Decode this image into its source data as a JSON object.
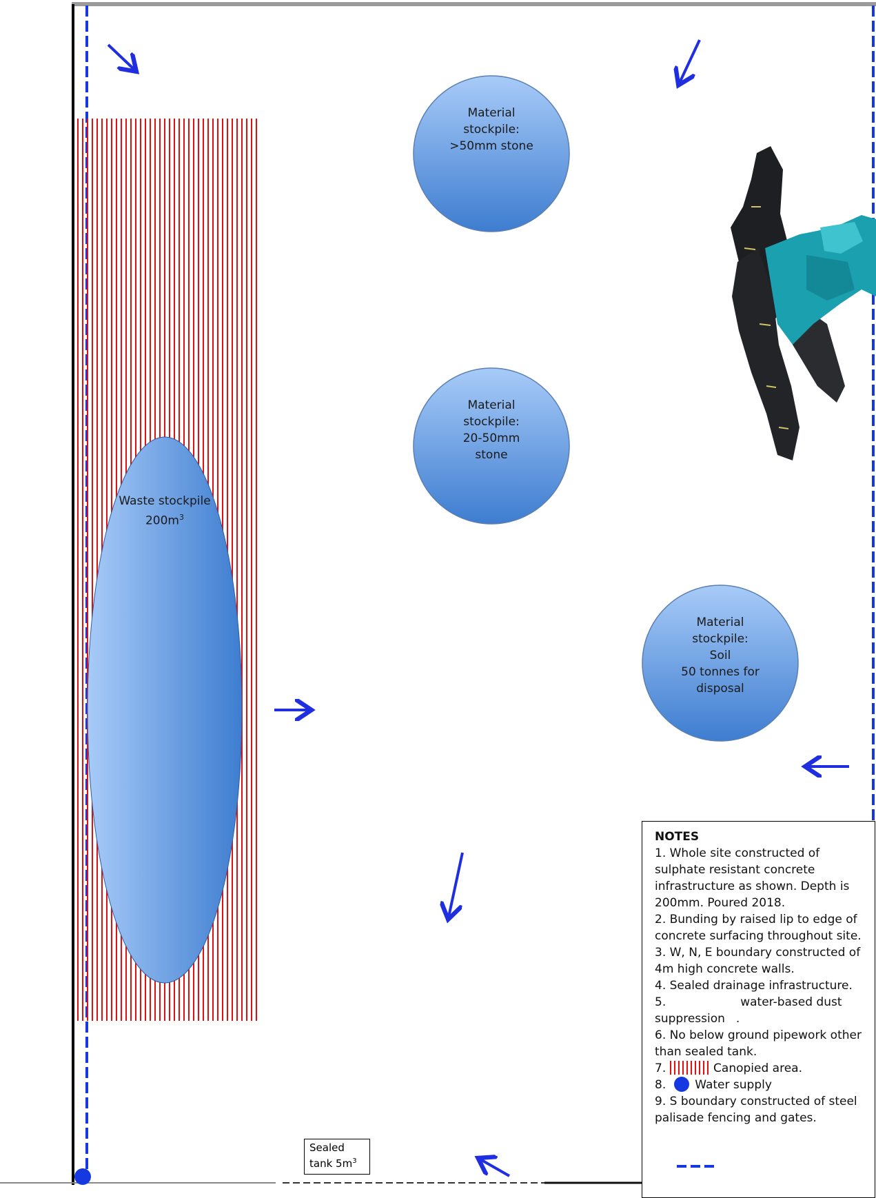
{
  "stockpiles": {
    "top": [
      "Material",
      "stockpile:",
      ">50mm stone"
    ],
    "middle": [
      "Material",
      "stockpile:",
      "20-50mm",
      "stone"
    ],
    "soil": [
      "Material",
      "stockpile:",
      "Soil",
      "50 tonnes for",
      "disposal"
    ],
    "waste_line1": "Waste stockpile",
    "waste_line2": "200m",
    "waste_sup": "3"
  },
  "tank": {
    "line1": "Sealed",
    "line2": "tank 5m",
    "sup": "3"
  },
  "notes": {
    "title": "NOTES",
    "n1": "1. Whole site constructed of sulphate resistant concrete infrastructure as shown. Depth is 200mm. Poured 2018.",
    "n2": "2. Bunding by raised lip to edge of concrete surfacing throughout site.",
    "n3": "3. W, N, E boundary constructed of 4m high concrete walls.",
    "n4": "4. Sealed drainage infrastructure.",
    "n5a": "5.",
    "n5b": "water-based dust",
    "n5c": "suppression",
    "n5d": ".",
    "n6": "6. No below ground pipework other than sealed tank.",
    "n7_prefix": "7.",
    "n7_text": "Canopied area.",
    "n8_prefix": "8.",
    "n8_text": "Water supply",
    "n9": "9. S boundary constructed of steel palisade fencing and gates."
  },
  "colors": {
    "stockpile_light": "#9cc3f7",
    "stockpile_dark": "#3f7fcf",
    "canopy_hatch": "#e01010",
    "water_line": "#1638e0",
    "arrow": "#1f2fe0",
    "machine_teal": "#1aa0ae"
  },
  "icons": {
    "machine": "screening-plant-machine-icon",
    "arrow": "drainage-flow-arrow-icon",
    "water_supply": "water-supply-dot-icon"
  }
}
